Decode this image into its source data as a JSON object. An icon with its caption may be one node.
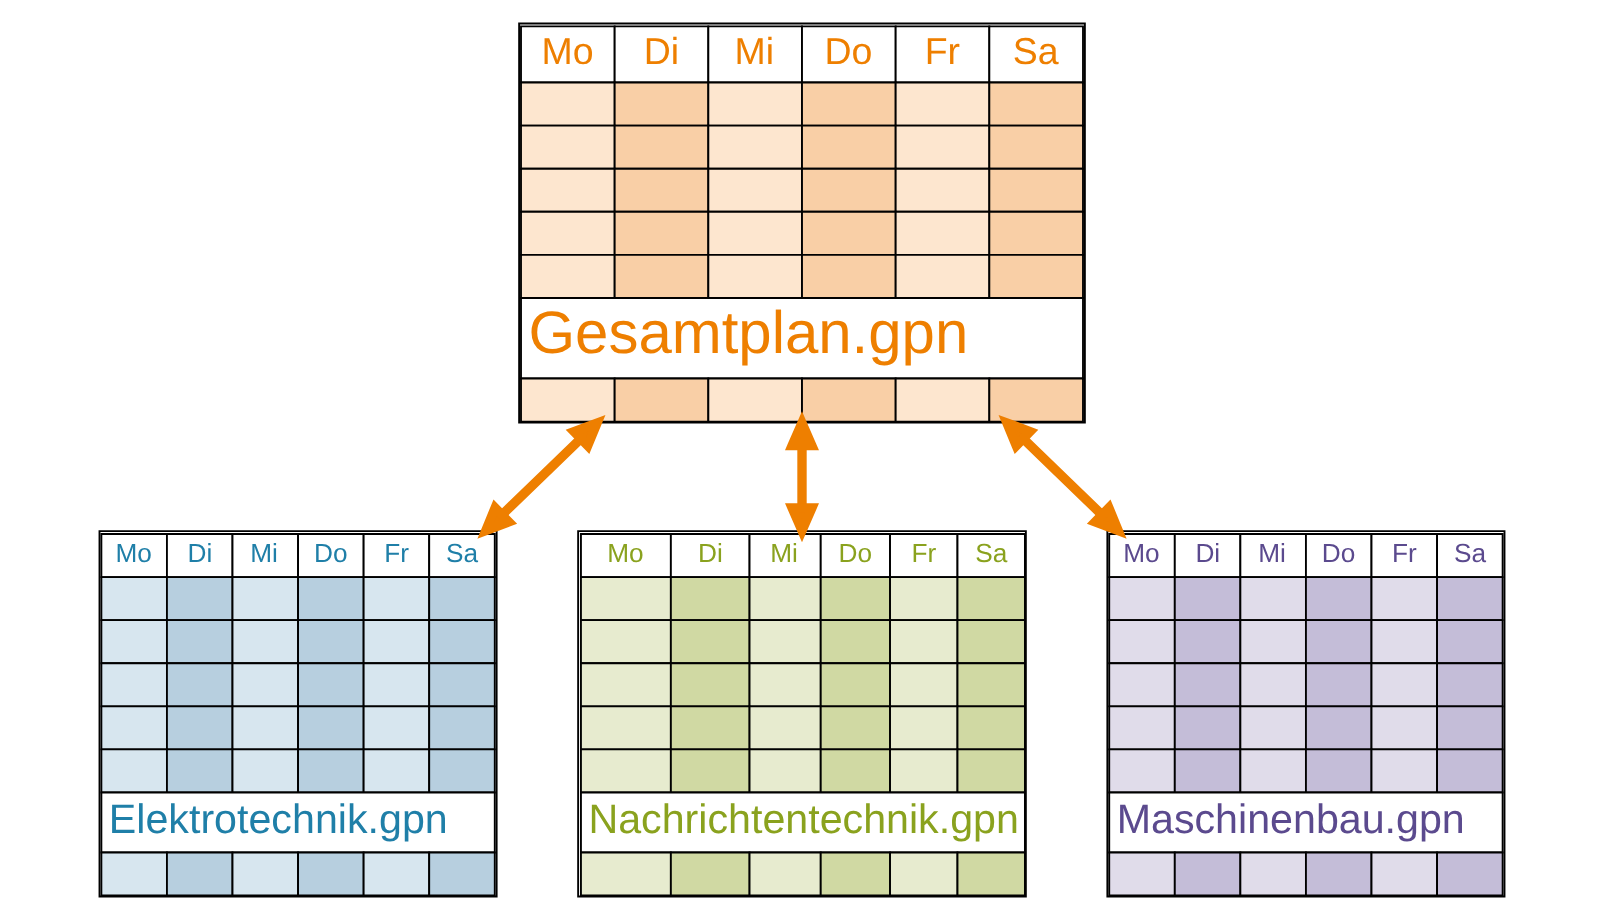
{
  "diagram": {
    "nodes": [
      {
        "text": [
          "Mo",
          "Di",
          "Mi",
          "Do",
          "Fr",
          "Sa",
          "Gesamtplan.gpn"
        ]
      },
      {
        "text": [
          "Mo",
          "Di",
          "Mi",
          "Do",
          "Fr",
          "Sa",
          "Elektrotechnik.gpn"
        ]
      },
      {
        "text": [
          "Mo",
          "Di",
          "Mi",
          "Do",
          "Fr",
          "Sa",
          "Nachrichtentechnik.gpn"
        ]
      },
      {
        "text": [
          "Mo",
          "Di",
          "Mi",
          "Do",
          "Fr",
          "Sa",
          "Maschinenbau.gpn"
        ]
      }
    ],
    "edges": [
      {
        "from": 0,
        "to": 1,
        "arrow": "both"
      },
      {
        "from": 0,
        "to": 2,
        "arrow": "both"
      },
      {
        "from": 0,
        "to": 3,
        "arrow": "both"
      }
    ]
  }
}
